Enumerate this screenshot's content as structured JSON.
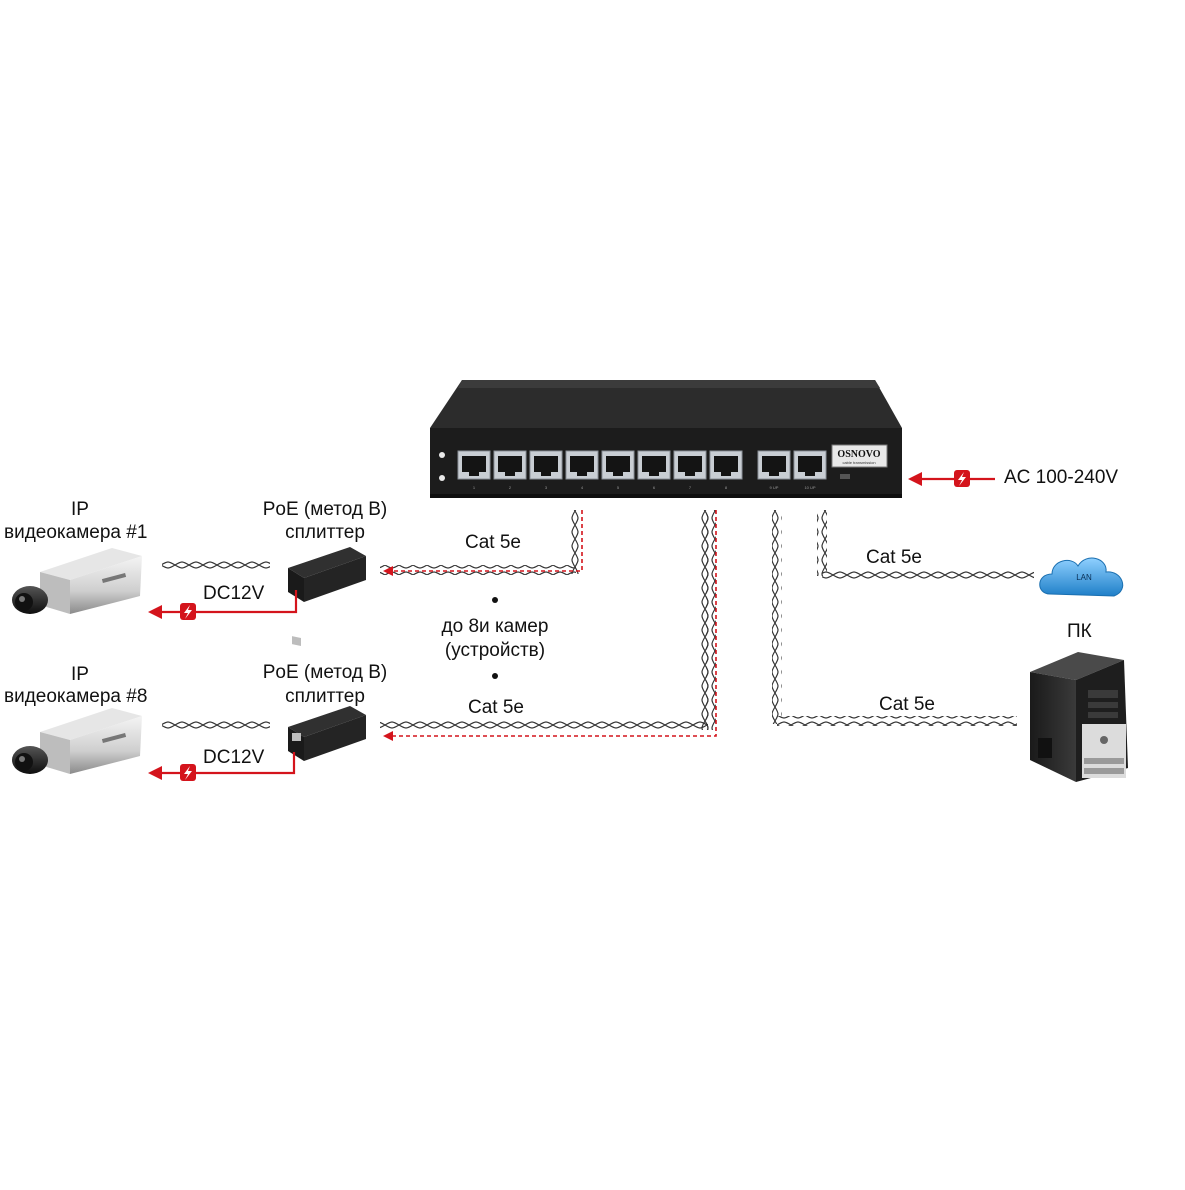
{
  "switch": {
    "brand": "OSNOVO",
    "brand_sub": "cable transmission",
    "ports": [
      "1",
      "2",
      "3",
      "4",
      "5",
      "6",
      "7",
      "8",
      "9 UP",
      "10 UP"
    ]
  },
  "power": {
    "label": "AC 100-240V"
  },
  "cameras": [
    {
      "line1": "IP",
      "line2": "видеокамера  #1",
      "dc": "DC12V"
    },
    {
      "line1": "IP",
      "line2": "видеокамера #8",
      "dc": "DC12V"
    }
  ],
  "splitters": [
    {
      "line1": "PoE (метод B)",
      "line2": "сплиттер"
    },
    {
      "line1": "PoE (метод B)",
      "line2": "сплиттер"
    }
  ],
  "cables": {
    "cam1": "Cat 5e",
    "cam8": "Cat 5e",
    "lan": "Cat 5e",
    "pc": "Cat 5e"
  },
  "middle_note": {
    "line1": "до 8и камер",
    "line2": "(устройств)"
  },
  "lan": {
    "label": "LAN"
  },
  "pc": {
    "label": "ПК"
  },
  "colors": {
    "power_red": "#d4141c",
    "switch_body": "#232323",
    "cloud": "#2a8fd6"
  }
}
